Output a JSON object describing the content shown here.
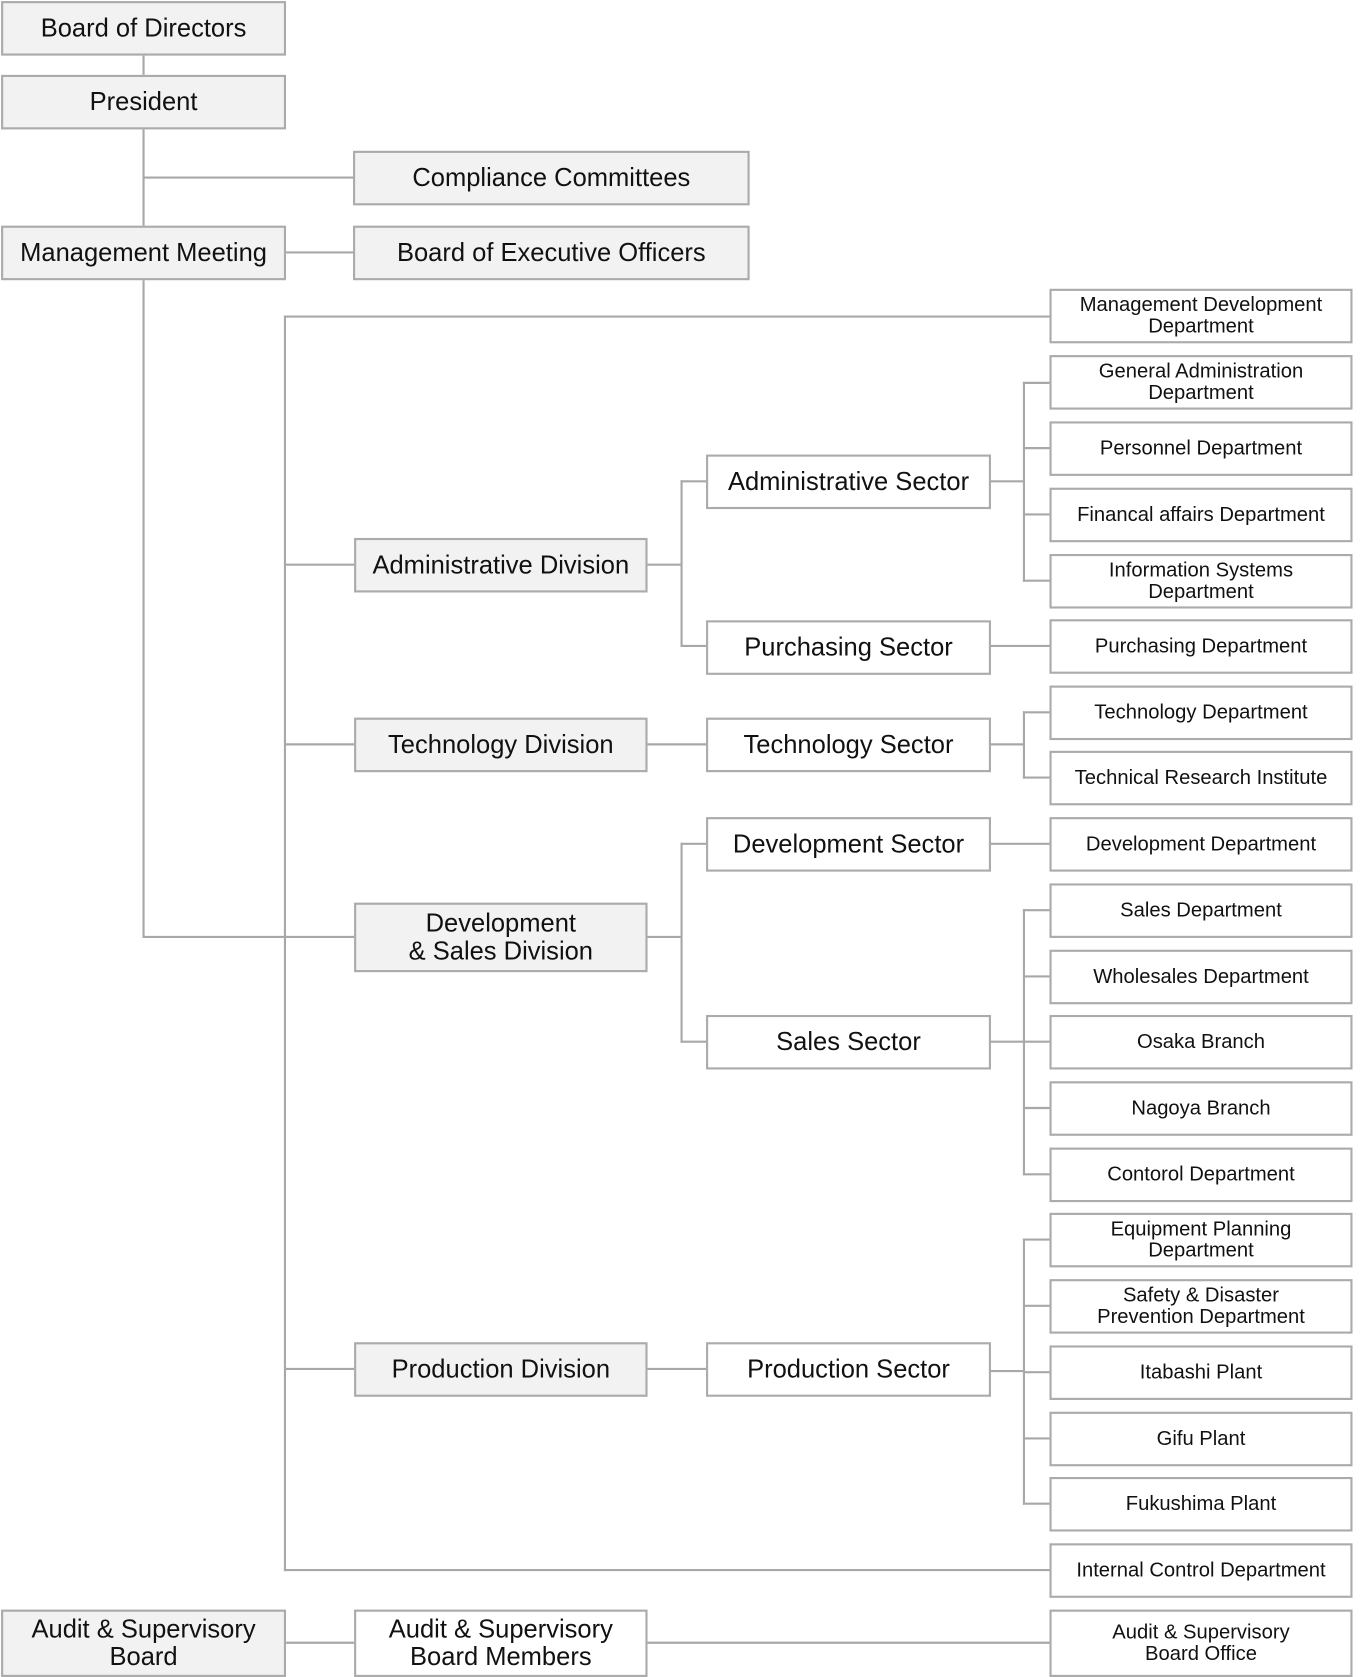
{
  "top": {
    "board_of_directors": "Board of Directors",
    "president": "President",
    "compliance_committees": "Compliance Committees",
    "management_meeting": "Management Meeting",
    "board_of_executive_officers": "Board of Executive Officers"
  },
  "divisions": {
    "administrative": "Administrative Division",
    "technology": "Technology Division",
    "development_sales": "Development\n& Sales Division",
    "production": "Production Division"
  },
  "sectors": {
    "administrative": "Administrative Sector",
    "purchasing": "Purchasing Sector",
    "technology": "Technology Sector",
    "development": "Development Sector",
    "sales": "Sales Sector",
    "production": "Production Sector"
  },
  "departments": [
    "Management Development\nDepartment",
    "General Administration\nDepartment",
    "Personnel Department",
    "Financal affairs Department",
    "Information Systems\nDepartment",
    "Purchasing Department",
    "Technology Department",
    "Technical Research Institute",
    "Development Department",
    "Sales Department",
    "Wholesales Department",
    "Osaka Branch",
    "Nagoya Branch",
    "Contorol Department",
    "Equipment Planning\nDepartment",
    "Safety & Disaster\nPrevention Department",
    "Itabashi Plant",
    "Gifu Plant",
    "Fukushima Plant",
    "Internal Control Department"
  ],
  "audit": {
    "board": "Audit & Supervisory\nBoard",
    "members": "Audit & Supervisory\nBoard Members",
    "office": "Audit & Supervisory\nBoard Office"
  },
  "colors": {
    "box_fill_gray": "#f2f2f2",
    "border": "#ababab",
    "line": "#a8a8a8"
  }
}
